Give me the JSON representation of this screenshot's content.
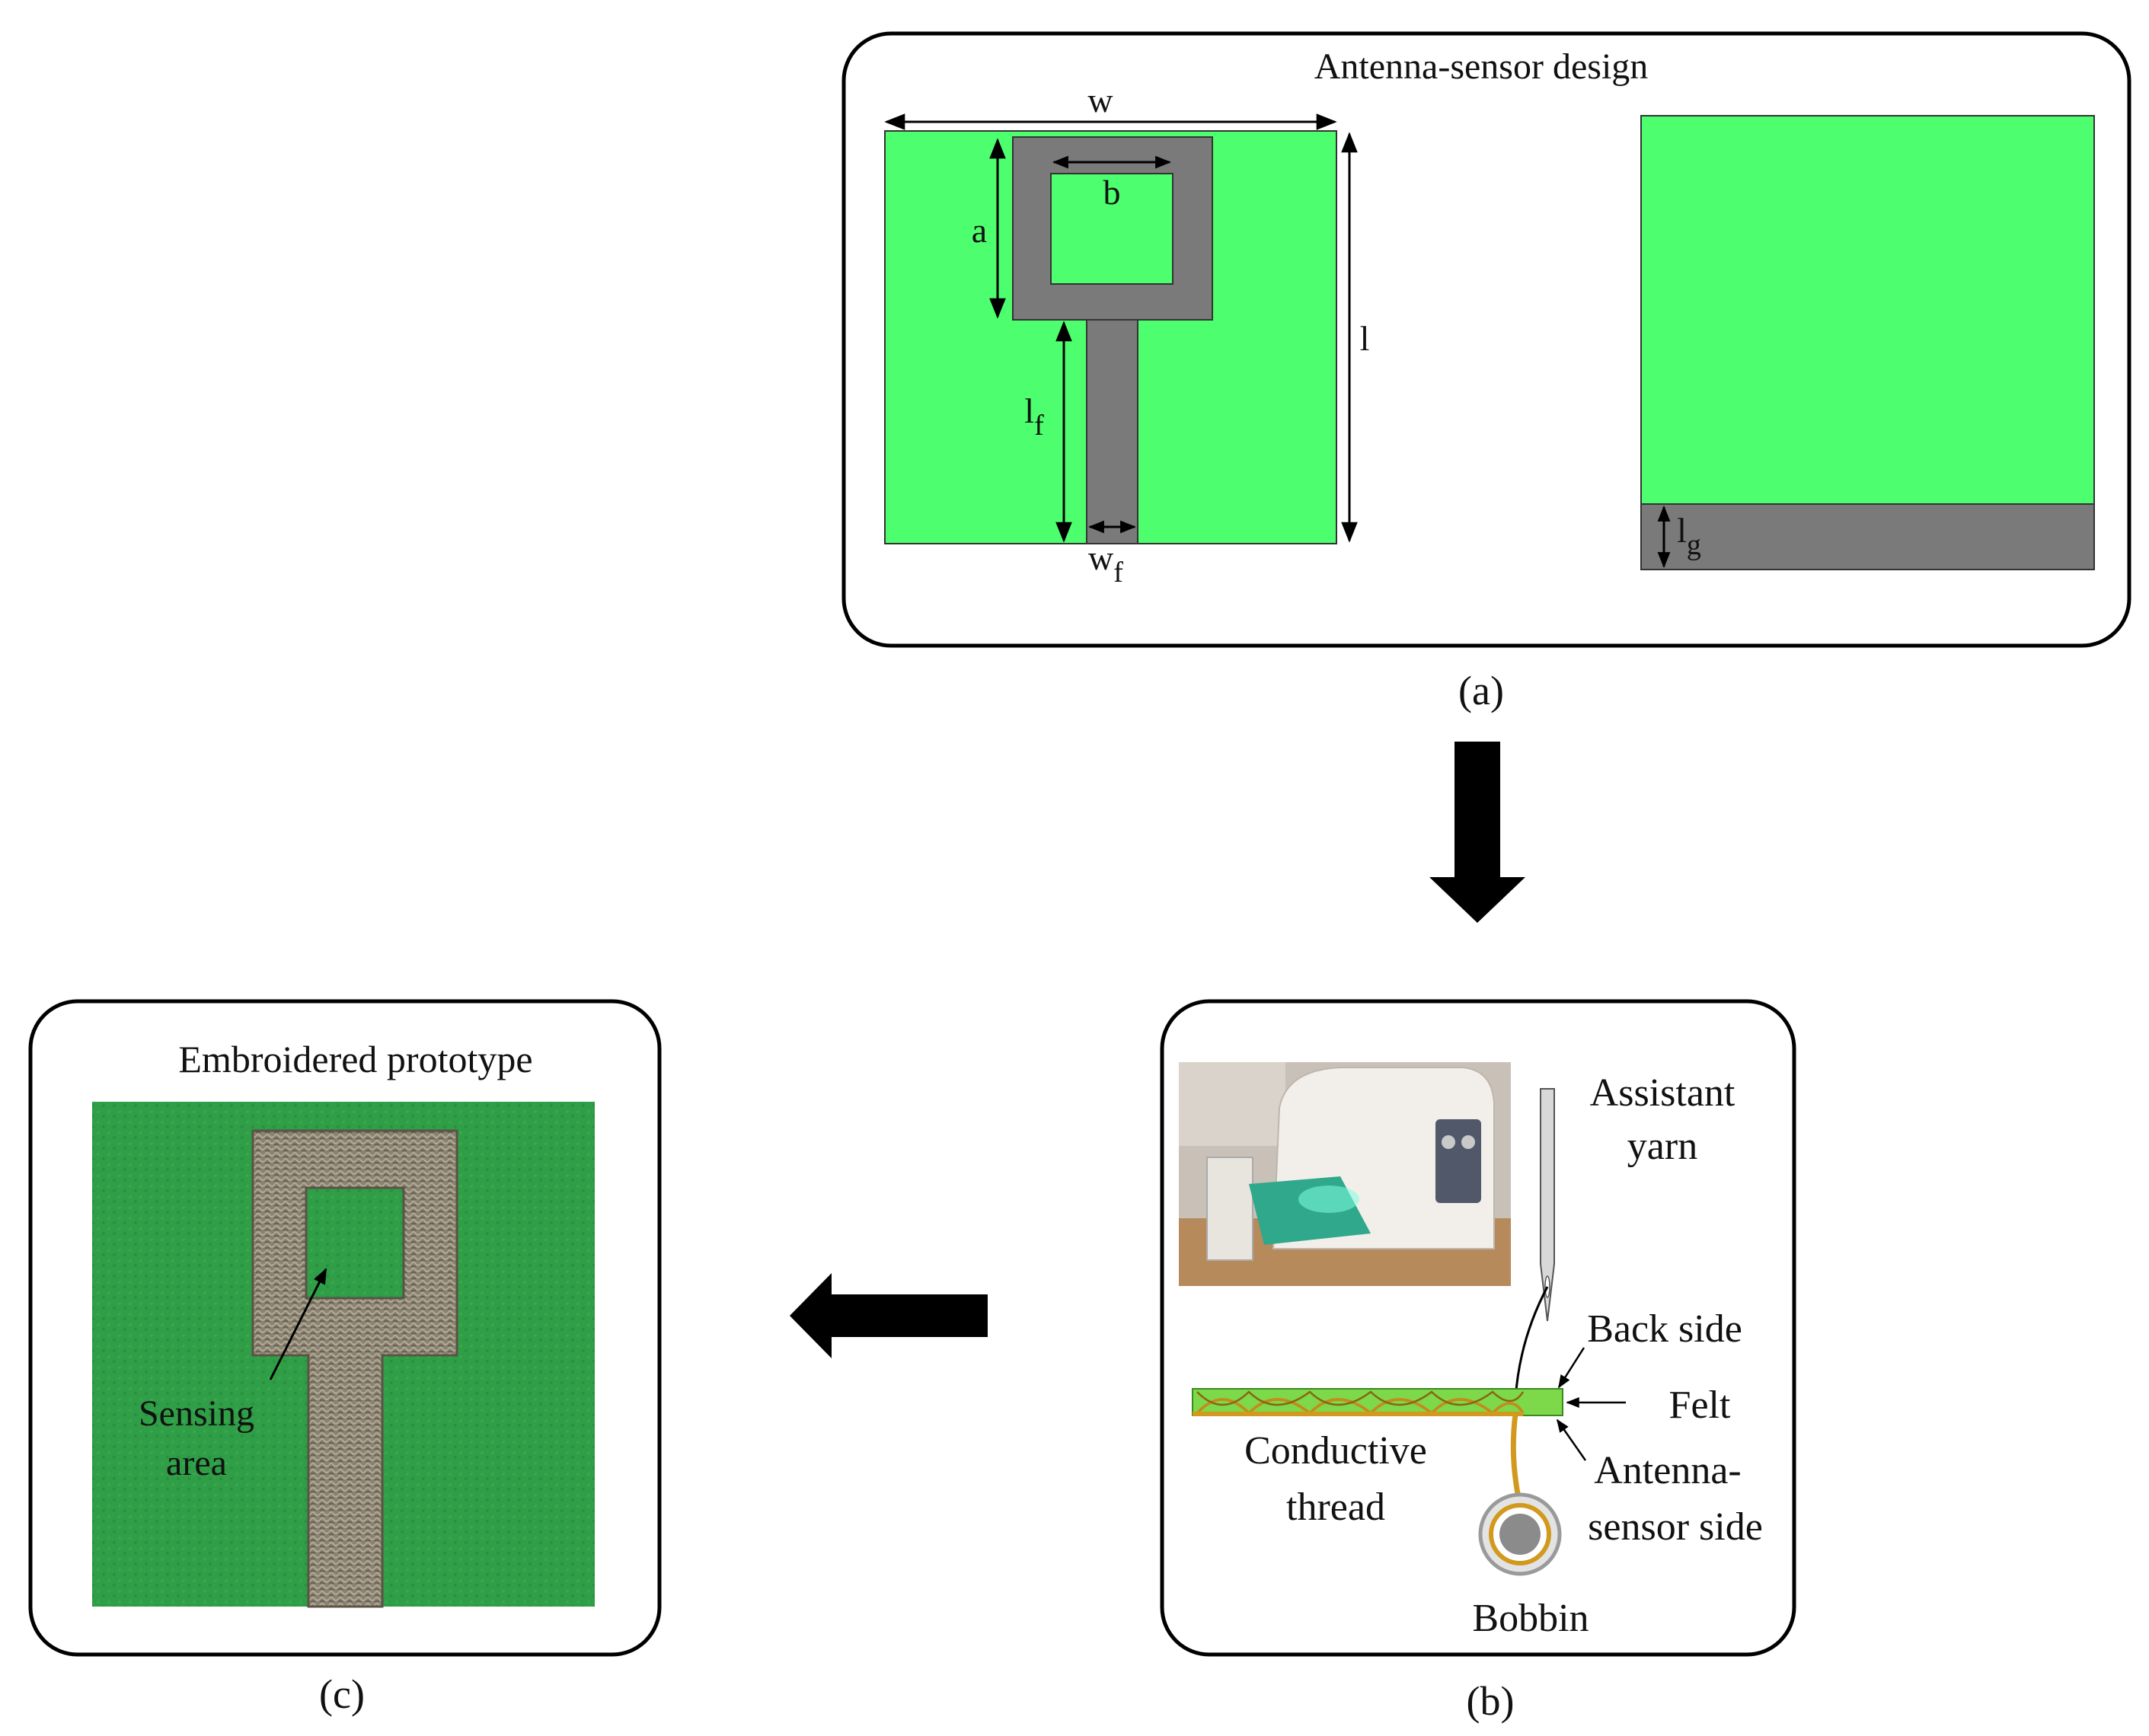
{
  "panel_a": {
    "title": "Antenna-sensor design",
    "caption": "(a)",
    "labels": {
      "w": "w",
      "b": "b",
      "a": "a",
      "l": "l",
      "lf_main": "l",
      "lf_sub": "f",
      "wf_main": "w",
      "wf_sub": "f",
      "lg_main": "l",
      "lg_sub": "g"
    }
  },
  "panel_b": {
    "caption": "(b)",
    "labels": {
      "assistant_yarn_1": "Assistant",
      "assistant_yarn_2": "yarn",
      "back_side": "Back side",
      "felt": "Felt",
      "conductive_1": "Conductive",
      "conductive_2": "thread",
      "antenna_side_1": "Antenna-",
      "antenna_side_2": "sensor side",
      "bobbin": "Bobbin"
    }
  },
  "panel_c": {
    "title": "Embroidered prototype",
    "caption": "(c)",
    "labels": {
      "sensing_1": "Sensing",
      "sensing_2": "area"
    }
  },
  "colors": {
    "substrate": "#4dff6e",
    "metal": "#7a7a7a",
    "felt_photo": "#2e9e46",
    "thread": "#d19a1e",
    "arrow": "#000000"
  }
}
